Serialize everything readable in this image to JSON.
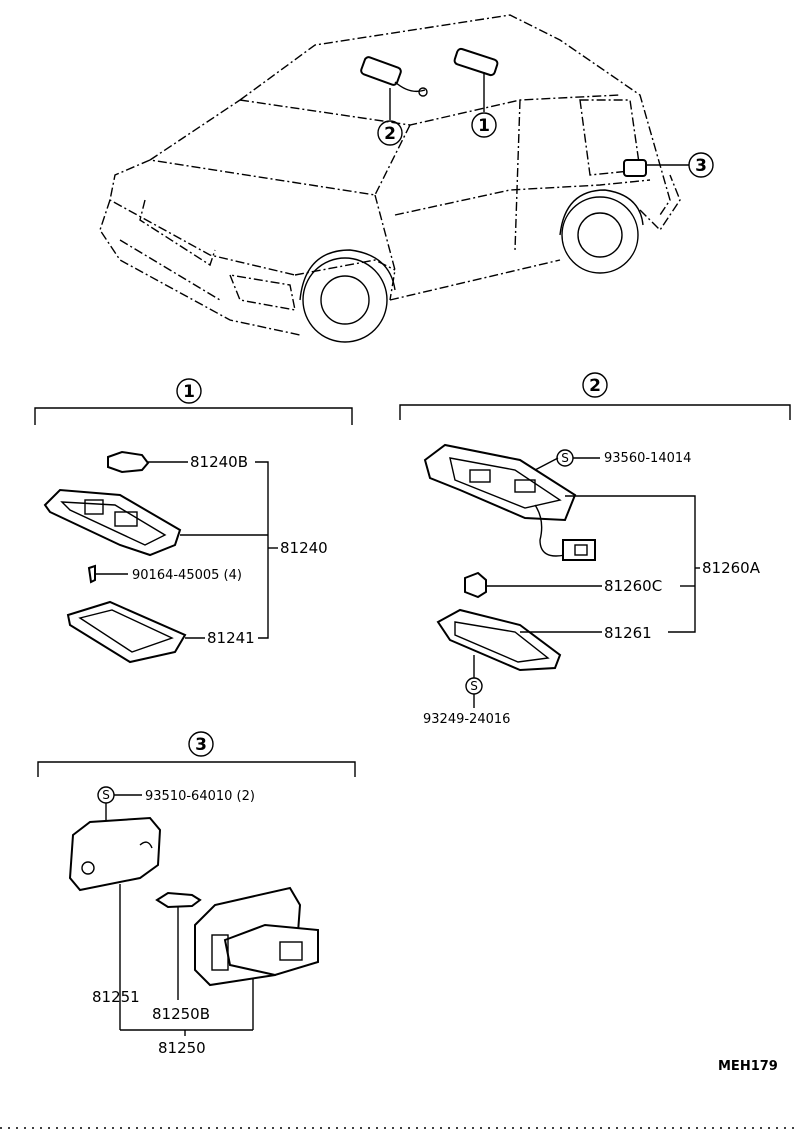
{
  "callouts": {
    "c1": "1",
    "c2": "2",
    "c3": "3"
  },
  "section1": {
    "header": "1",
    "parts": {
      "p81240B": "81240B",
      "p81240": "81240",
      "p90164": "90164-45005 (4)",
      "p81241": "81241"
    }
  },
  "section2": {
    "header": "2",
    "parts": {
      "p93560": "93560-14014",
      "p81260A": "81260A",
      "p81260C": "81260C",
      "p81261": "81261",
      "p93249": "93249-24016"
    },
    "s_marks": {
      "s1": "S",
      "s2": "S"
    }
  },
  "section3": {
    "header": "3",
    "parts": {
      "p93510": "93510-64010 (2)",
      "p81251": "81251",
      "p81250B": "81250B",
      "p81250": "81250"
    },
    "s_marks": {
      "s1": "S"
    }
  },
  "footer": {
    "code": "MEH179"
  }
}
